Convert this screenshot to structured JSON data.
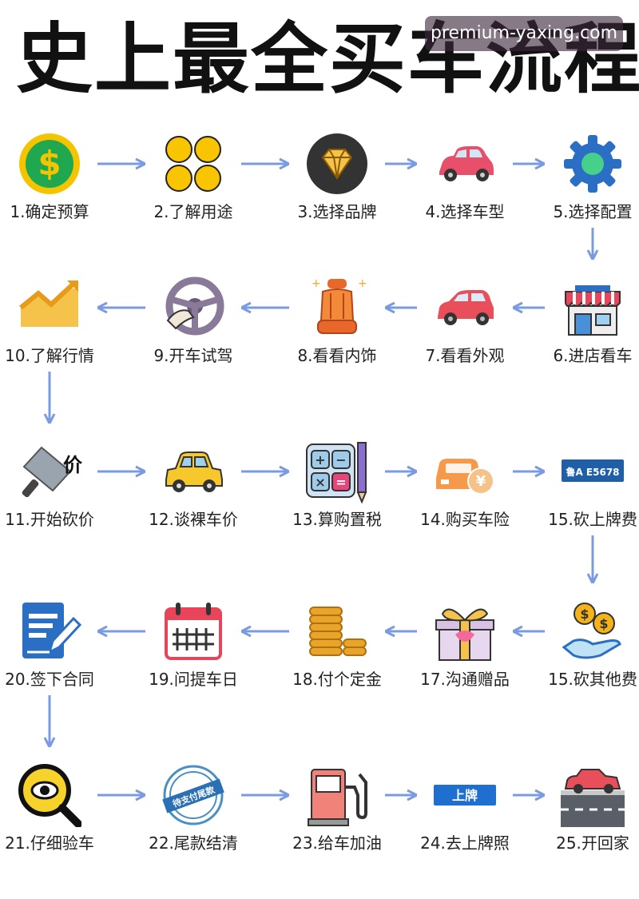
{
  "title": "史上最全买车流程",
  "watermark": "premium-yaxing.com",
  "steps": [
    {
      "label": "1.确定预算",
      "icon": "dollar-coin-icon"
    },
    {
      "label": "2.了解用途",
      "icon": "clover-icon"
    },
    {
      "label": "3.选择品牌",
      "icon": "diamond-icon"
    },
    {
      "label": "4.选择车型",
      "icon": "car-icon"
    },
    {
      "label": "5.选择配置",
      "icon": "gear-icon"
    },
    {
      "label": "6.进店看车",
      "icon": "store-icon"
    },
    {
      "label": "7.看看外观",
      "icon": "hatchback-icon"
    },
    {
      "label": "8.看看内饰",
      "icon": "car-seat-icon"
    },
    {
      "label": "9.开车试驾",
      "icon": "steering-wheel-icon"
    },
    {
      "label": "10.了解行情",
      "icon": "trend-chart-icon"
    },
    {
      "label": "11.开始砍价",
      "icon": "cleaver-icon",
      "badge": "价"
    },
    {
      "label": "12.谈裸车价",
      "icon": "taxi-icon"
    },
    {
      "label": "13.算购置税",
      "icon": "calculator-icon"
    },
    {
      "label": "14.购买车险",
      "icon": "insurance-icon",
      "badge": "¥"
    },
    {
      "label": "15.砍上牌费",
      "icon": "license-plate-icon",
      "badge": "鲁A E5678"
    },
    {
      "label": "15.砍其他费",
      "icon": "coins-hand-icon"
    },
    {
      "label": "17.沟通赠品",
      "icon": "gift-icon"
    },
    {
      "label": "18.付个定金",
      "icon": "coin-stack-icon"
    },
    {
      "label": "19.问提车日",
      "icon": "calendar-icon"
    },
    {
      "label": "20.签下合同",
      "icon": "contract-icon"
    },
    {
      "label": "21.仔细验车",
      "icon": "magnifier-icon"
    },
    {
      "label": "22.尾款结清",
      "icon": "stamp-icon",
      "badge": "待支付尾款"
    },
    {
      "label": "23.给车加油",
      "icon": "fuel-pump-icon"
    },
    {
      "label": "24.去上牌照",
      "icon": "plate-sign-icon",
      "badge": "上牌"
    },
    {
      "label": "25.开回家",
      "icon": "road-car-icon"
    }
  ],
  "colors": {
    "arrow": "#7a9be0",
    "text": "#222222",
    "title": "#111111"
  }
}
